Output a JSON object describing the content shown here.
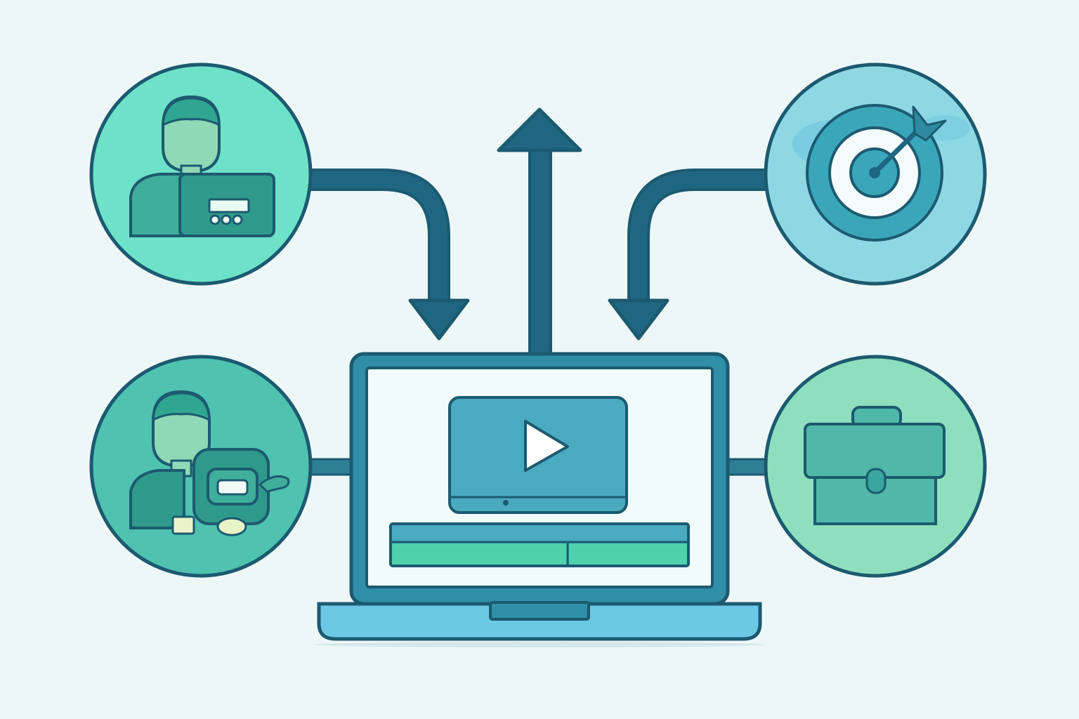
{
  "palette": {
    "background": "#eef7f8",
    "outline": "#1c5a70",
    "arrow": "#1f6682",
    "laptop_frame": "#2f8ea8",
    "laptop_base": "#6cc9e6",
    "screen": "#f2fbfc",
    "video_panel": "#4aaabf",
    "accent_green": "#4fd2ac",
    "node_fill_customer": "#6ee2c8",
    "node_fill_support": "#4fc2b0",
    "node_fill_target": "#8ed8e4",
    "node_fill_business": "#8ddfbd"
  },
  "nodes": [
    {
      "id": "customer-with-device",
      "icon": "person-with-device-icon",
      "flow": "into-laptop"
    },
    {
      "id": "goal-target",
      "icon": "target-with-arrow-icon",
      "flow": "into-laptop"
    },
    {
      "id": "support-agent",
      "icon": "person-with-chat-icon",
      "flow": "connected"
    },
    {
      "id": "business",
      "icon": "briefcase-icon",
      "flow": "connected"
    }
  ],
  "center": {
    "icon": "laptop-icon",
    "content_icon": "video-player-icon",
    "output_arrow": "up"
  }
}
